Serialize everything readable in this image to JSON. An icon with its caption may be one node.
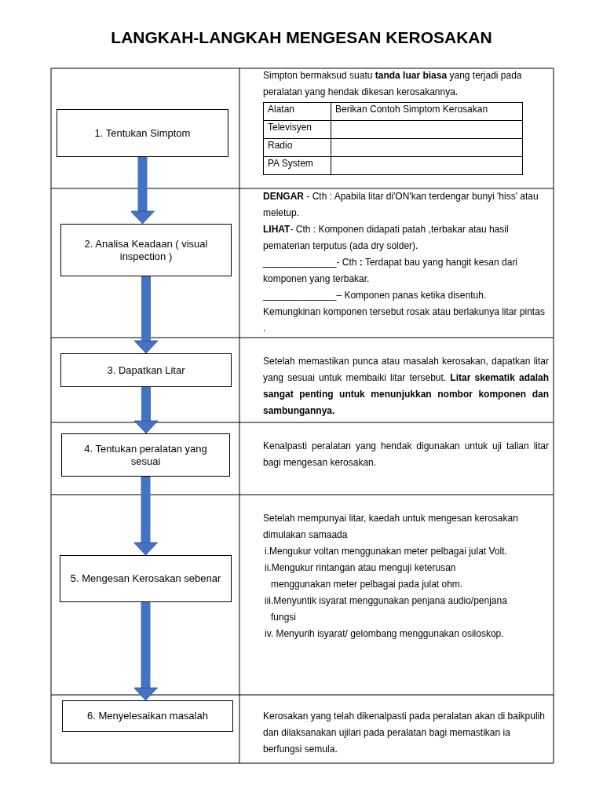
{
  "diagram": {
    "title": "LANGKAH-LANGKAH MENGESAN KEROSAKAN",
    "nodes": [
      {
        "text": [
          "1. Tentukan Simptom"
        ]
      },
      {
        "text": [
          "2. Analisa Keadaan ( visual inspection )"
        ]
      },
      {
        "text": [
          "3. Dapatkan Litar"
        ]
      },
      {
        "text": [
          "4. Tentukan peralatan yang sesuai"
        ]
      },
      {
        "text": [
          "5. Mengesan Kerosakan sebenar"
        ]
      },
      {
        "text": [
          "6. Menyelesaikan masalah"
        ]
      }
    ],
    "edges": [
      {
        "from": 0,
        "to": 1,
        "arrow": "to"
      },
      {
        "from": 1,
        "to": 2,
        "arrow": "to"
      },
      {
        "from": 2,
        "to": 3,
        "arrow": "to"
      },
      {
        "from": 3,
        "to": 4,
        "arrow": "to"
      },
      {
        "from": 4,
        "to": 5,
        "arrow": "to"
      }
    ],
    "labels": [
      "Simpton bermaksud suatu **tanda luar biasa** yang terjadi pada peralatan yang hendak dikesan kerosakannya.",
      "Alatan",
      "Berikan Contoh Simptom Kerosakan",
      "Televisyen",
      "Radio",
      "PA System",
      "**DENGAR** - Cth : Apabila litar di'ON'kan terdengar bunyi 'hiss' atau meletup.",
      "**LIHAT**- Cth : Komponen didapati patah ,terbakar atau hasil pematerian terputus (ada dry solder).",
      "______________- Cth **:** Terdapat bau yang hangit kesan dari komponen yang terbakar.",
      "______________– Komponen panas ketika disentuh.",
      "Kemungkinan komponen tersebut rosak atau berlakunya litar pintas .",
      "Setelah memastikan punca atau masalah kerosakan, dapatkan litar yang sesuai untuk membaiki litar tersebut. **Litar skematik adalah sangat penting untuk menunjukkan nombor komponen dan sambungannya.**",
      "Kenalpasti peralatan yang hendak digunakan untuk uji talian litar bagi mengesan kerosakan.",
      "Setelah mempunyai litar, kaedah untuk mengesan kerosakan dimulakan samaada",
      "i.Mengukur voltan menggunakan meter pelbagai julat Volt.",
      "ii.Mengukur rintangan atau menguji keterusan menggunakan meter pelbagai pada julat ohm.",
      "iii.Menyuntik isyarat menggunakan penjana audio/penjana fungsi",
      "iv. Menyurih isyarat/ gelombang menggunakan osiloskop.",
      "Kerosakan yang telah dikenalpasti pada peralatan akan di baikpulih dan dilaksanakan ujilari pada peralatan bagi memastikan ia berfungsi semula."
    ]
  }
}
